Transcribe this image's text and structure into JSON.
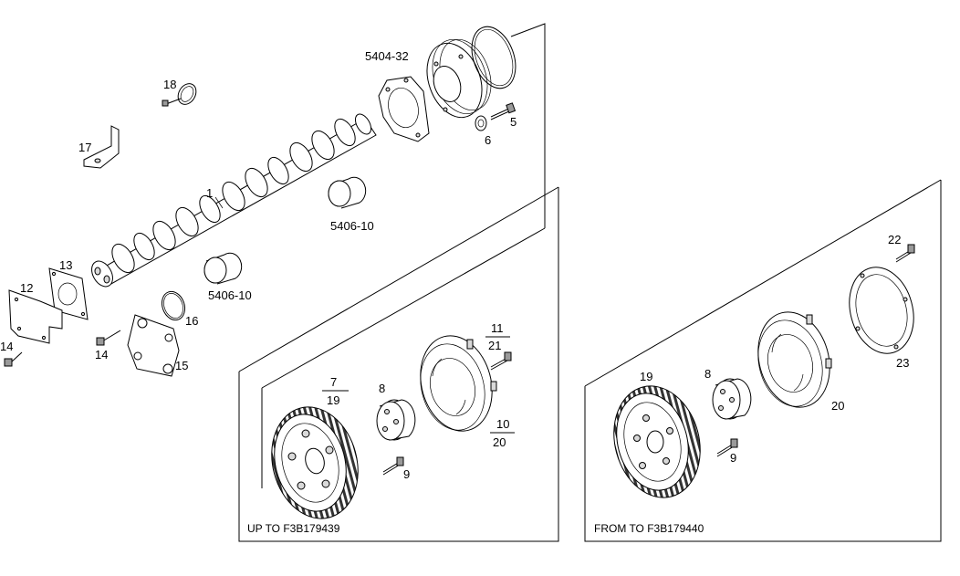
{
  "labels": {
    "l_5404_32": "5404-32",
    "l_18": "18",
    "l_17": "17",
    "l_1": "1",
    "l_5": "5",
    "l_6": "6",
    "l_5406_10a": "5406-10",
    "l_5406_10b": "5406-10",
    "l_13": "13",
    "l_12": "12",
    "l_16": "16",
    "l_14a": "14",
    "l_14b": "14",
    "l_15": "15"
  },
  "panel_left": {
    "caption": "UP TO F3B179439",
    "l_7": "7",
    "l_19": "19",
    "l_8": "8",
    "l_11": "11",
    "l_21": "21",
    "l_10": "10",
    "l_20": "20",
    "l_9": "9"
  },
  "panel_right": {
    "caption": "FROM TO F3B179440",
    "l_19": "19",
    "l_8": "8",
    "l_22": "22",
    "l_23": "23",
    "l_20": "20",
    "l_9": "9"
  }
}
